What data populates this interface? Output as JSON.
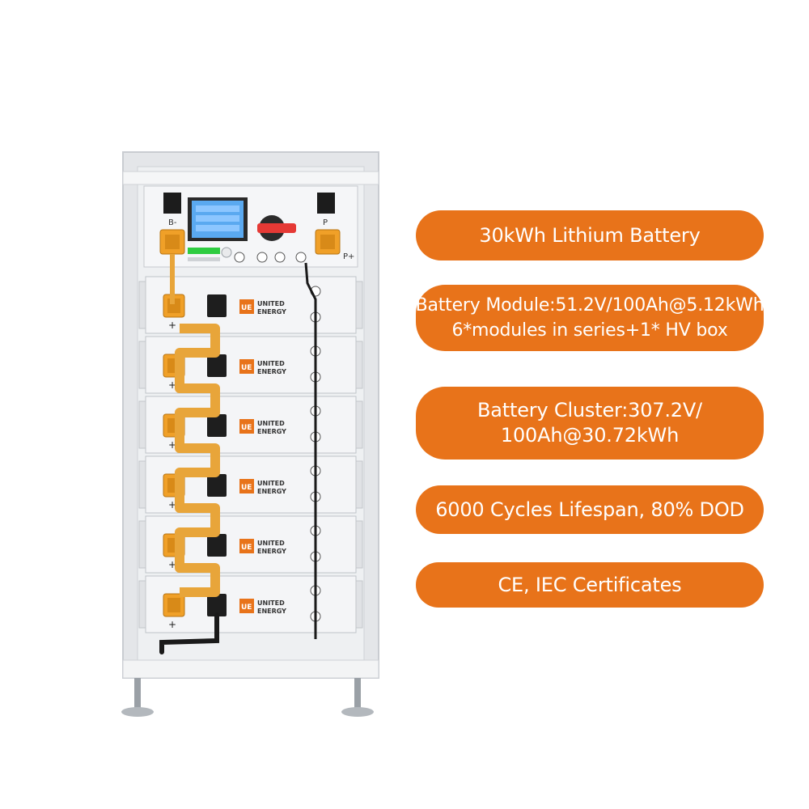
{
  "product": {
    "brand_line1": "UNITED",
    "brand_line2": "ENERGY",
    "logo_mark": "UE",
    "module_count": 6,
    "terminal_labels": {
      "b_minus": "B-",
      "p_plus": "P+",
      "p": "P",
      "plus": "+"
    }
  },
  "features": [
    {
      "lines": [
        "30kWh Lithium Battery"
      ]
    },
    {
      "lines": [
        "Battery Module:51.2V/100Ah@5.12kWh",
        "6*modules in series+1* HV box"
      ]
    },
    {
      "lines": [
        "Battery Cluster:307.2V/",
        "100Ah@30.72kWh"
      ]
    },
    {
      "lines": [
        "6000 Cycles Lifespan, 80% DOD"
      ]
    },
    {
      "lines": [
        "CE, IEC Certificates"
      ]
    }
  ],
  "colors": {
    "accent": "#e8731a",
    "connector": "#f0a028",
    "busbar": "#e8a53a",
    "rack": "#e4e6e9",
    "module_face": "#f4f5f7",
    "display": "#1e90ff"
  }
}
